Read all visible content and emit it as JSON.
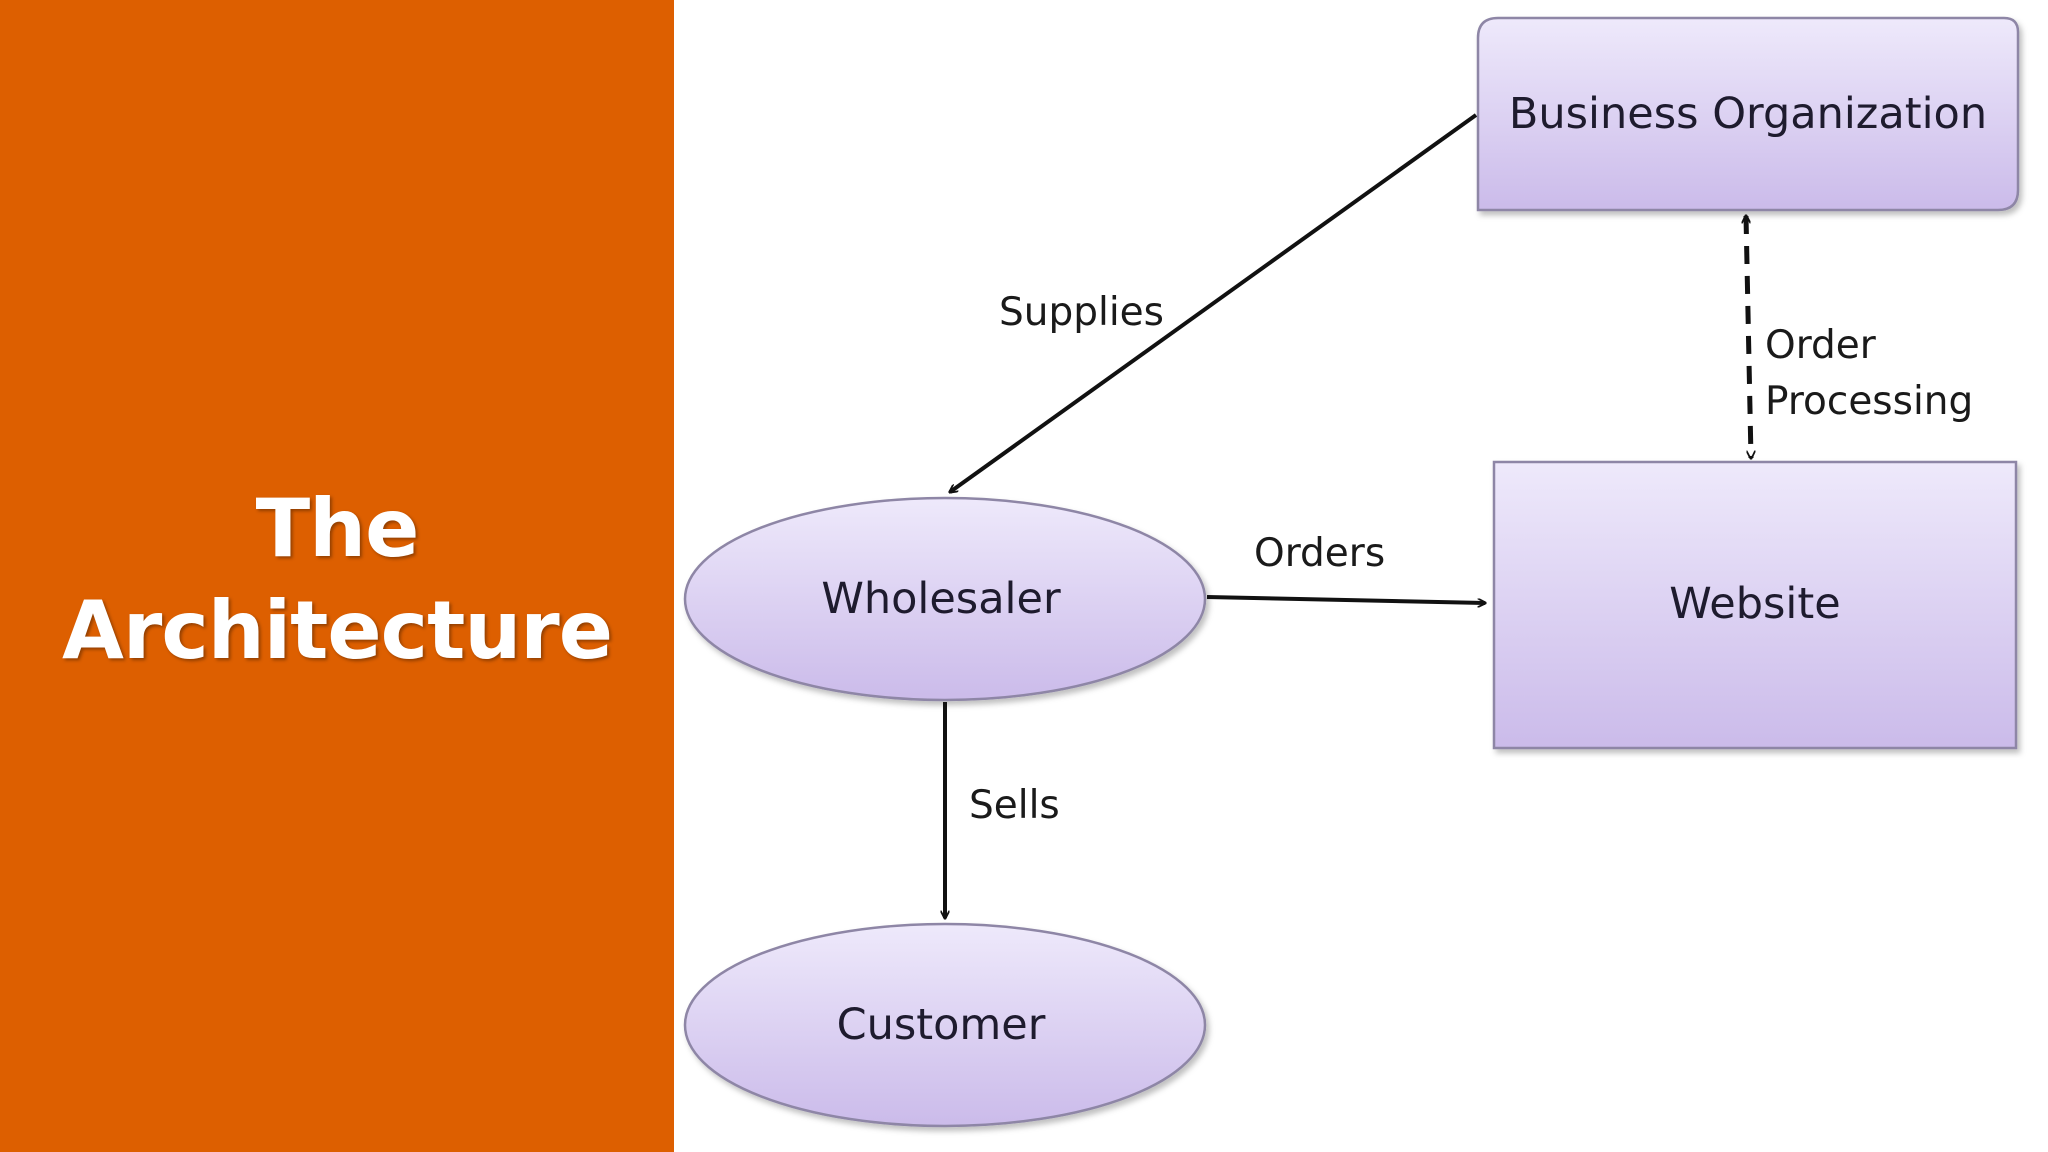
{
  "slide": {
    "title_line1": "The",
    "title_line2": "Architecture",
    "panel_color": "#DD5F00"
  },
  "diagram": {
    "nodes": [
      {
        "id": "business-organization",
        "label": "Business Organization",
        "shape": "rounded-rectangle"
      },
      {
        "id": "website",
        "label": "Website",
        "shape": "rectangle"
      },
      {
        "id": "wholesaler",
        "label": "Wholesaler",
        "shape": "ellipse"
      },
      {
        "id": "customer",
        "label": "Customer",
        "shape": "ellipse"
      }
    ],
    "edges": [
      {
        "from": "business-organization",
        "to": "wholesaler",
        "label": "Supplies",
        "style": "solid"
      },
      {
        "from": "business-organization",
        "to": "website",
        "label_line1": "Order",
        "label_line2": "Processing",
        "style": "dashed-bidirectional"
      },
      {
        "from": "wholesaler",
        "to": "website",
        "label": "Orders",
        "style": "solid"
      },
      {
        "from": "wholesaler",
        "to": "customer",
        "label": "Sells",
        "style": "solid"
      }
    ],
    "node_fill_top": "#EDE8FA",
    "node_fill_bottom": "#CDBDEB",
    "node_border": "#8E86A6"
  }
}
